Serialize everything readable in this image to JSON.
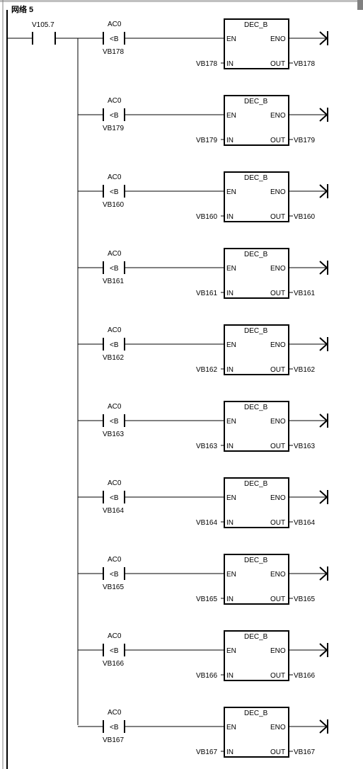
{
  "network": {
    "title": "网络 5"
  },
  "main_contact": {
    "operand": "V105.7"
  },
  "rungs": [
    {
      "cmp_top": "AC0",
      "cmp_op": "<B",
      "cmp_bottom": "VB178",
      "box_title": "DEC_B",
      "en": "EN",
      "eno": "ENO",
      "in_label": "IN",
      "out_label": "OUT",
      "in_operand": "VB178",
      "out_operand": "VB178"
    },
    {
      "cmp_top": "AC0",
      "cmp_op": "<B",
      "cmp_bottom": "VB179",
      "box_title": "DEC_B",
      "en": "EN",
      "eno": "ENO",
      "in_label": "IN",
      "out_label": "OUT",
      "in_operand": "VB179",
      "out_operand": "VB179"
    },
    {
      "cmp_top": "AC0",
      "cmp_op": "<B",
      "cmp_bottom": "VB160",
      "box_title": "DEC_B",
      "en": "EN",
      "eno": "ENO",
      "in_label": "IN",
      "out_label": "OUT",
      "in_operand": "VB160",
      "out_operand": "VB160"
    },
    {
      "cmp_top": "AC0",
      "cmp_op": "<B",
      "cmp_bottom": "VB161",
      "box_title": "DEC_B",
      "en": "EN",
      "eno": "ENO",
      "in_label": "IN",
      "out_label": "OUT",
      "in_operand": "VB161",
      "out_operand": "VB161"
    },
    {
      "cmp_top": "AC0",
      "cmp_op": "<B",
      "cmp_bottom": "VB162",
      "box_title": "DEC_B",
      "en": "EN",
      "eno": "ENO",
      "in_label": "IN",
      "out_label": "OUT",
      "in_operand": "VB162",
      "out_operand": "VB162"
    },
    {
      "cmp_top": "AC0",
      "cmp_op": "<B",
      "cmp_bottom": "VB163",
      "box_title": "DEC_B",
      "en": "EN",
      "eno": "ENO",
      "in_label": "IN",
      "out_label": "OUT",
      "in_operand": "VB163",
      "out_operand": "VB163"
    },
    {
      "cmp_top": "AC0",
      "cmp_op": "<B",
      "cmp_bottom": "VB164",
      "box_title": "DEC_B",
      "en": "EN",
      "eno": "ENO",
      "in_label": "IN",
      "out_label": "OUT",
      "in_operand": "VB164",
      "out_operand": "VB164"
    },
    {
      "cmp_top": "AC0",
      "cmp_op": "<B",
      "cmp_bottom": "VB165",
      "box_title": "DEC_B",
      "en": "EN",
      "eno": "ENO",
      "in_label": "IN",
      "out_label": "OUT",
      "in_operand": "VB165",
      "out_operand": "VB165"
    },
    {
      "cmp_top": "AC0",
      "cmp_op": "<B",
      "cmp_bottom": "VB166",
      "box_title": "DEC_B",
      "en": "EN",
      "eno": "ENO",
      "in_label": "IN",
      "out_label": "OUT",
      "in_operand": "VB166",
      "out_operand": "VB166"
    },
    {
      "cmp_top": "AC0",
      "cmp_op": "<B",
      "cmp_bottom": "VB167",
      "box_title": "DEC_B",
      "en": "EN",
      "eno": "ENO",
      "in_label": "IN",
      "out_label": "OUT",
      "in_operand": "VB167",
      "out_operand": "VB167"
    }
  ]
}
